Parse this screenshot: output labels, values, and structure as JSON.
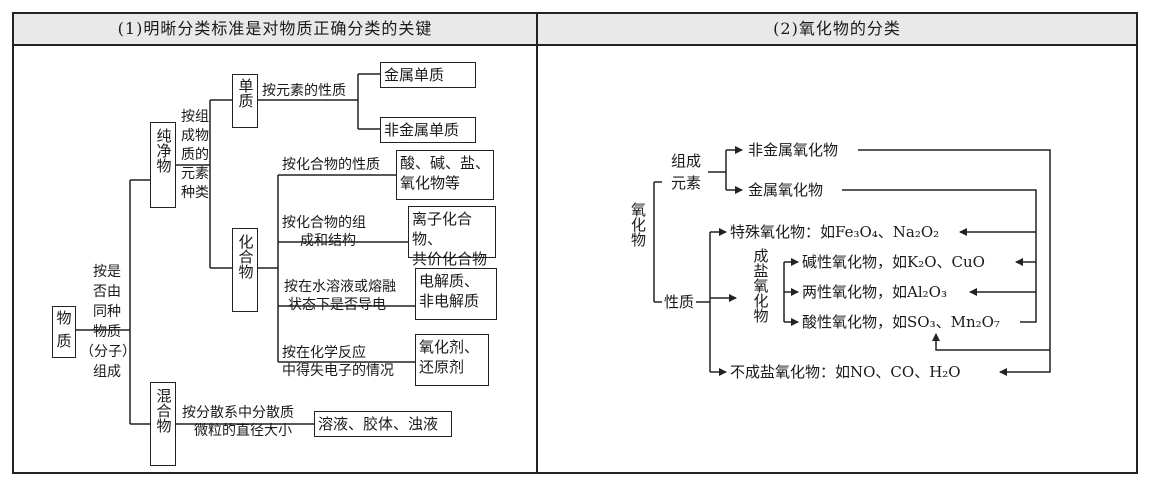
{
  "left": {
    "heading": "(1)明晰分类标准是对物质正确分类的关键",
    "matter": "物质",
    "criterion_main": [
      "按是",
      "否由",
      "同种",
      "物质",
      "（分子）",
      "组成"
    ],
    "pure": "纯净物",
    "mixture": "混合物",
    "by_composition": [
      "按组",
      "成物",
      "质的",
      "元素",
      "种类"
    ],
    "elemental": "单质",
    "compound": "化合物",
    "by_element_property": "按元素的性质",
    "metal_elemental": "金属单质",
    "nonmetal_elemental": "非金属单质",
    "by_compound_property": "按化合物的性质",
    "acid_base_salt": [
      "酸、碱、盐、",
      "氧化物等"
    ],
    "by_composition_structure": [
      "按化合物的组",
      "成和结构"
    ],
    "ionic_covalent": [
      "离子化合物、",
      "共价化合物"
    ],
    "by_conductivity": [
      "按在水溶液或熔融",
      "状态下是否导电"
    ],
    "electrolytes": [
      "电解质、",
      "非电解质"
    ],
    "by_electron_transfer": [
      "按在化学反应",
      "中得失电子的情况"
    ],
    "redox_agents": [
      "氧化剂、",
      "还原剂"
    ],
    "by_dispersion": [
      "按分散系中分散质",
      "微粒的直径大小"
    ],
    "dispersions": "溶液、胶体、浊液"
  },
  "right": {
    "heading": "(2)氧化物的分类",
    "oxide": "氧化物",
    "by_composition_elements": [
      "组成",
      "元素"
    ],
    "nonmetal_oxide": "非金属氧化物",
    "metal_oxide": "金属氧化物",
    "by_property": "性质",
    "special_oxide": "特殊氧化物：如Fe₃O₄、Na₂O₂",
    "salt_forming": "成盐氧化物",
    "basic_oxide": "碱性氧化物，如K₂O、CuO",
    "amphoteric_oxide": "两性氧化物，如Al₂O₃",
    "acidic_oxide": "酸性氧化物，如SO₃、Mn₂O₇",
    "non_salt_forming": "不成盐氧化物：如NO、CO、H₂O"
  }
}
